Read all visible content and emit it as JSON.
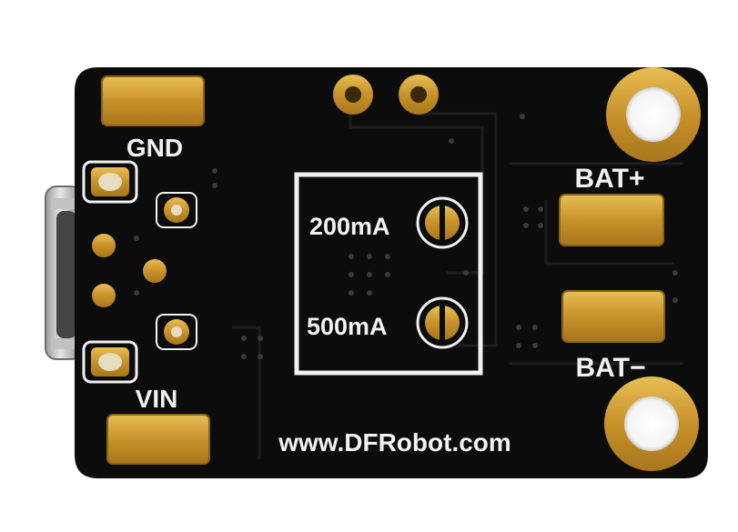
{
  "board": {
    "labels": {
      "gnd": "GND",
      "vin": "VIN",
      "bat_plus": "BAT+",
      "bat_minus": "BAT−",
      "current_200": "200mA",
      "current_500": "500mA",
      "website": "www.DFRobot.com"
    },
    "colors": {
      "pcb": "#0c0c0c",
      "gold": "#d4a12e",
      "silkscreen": "#f2f2f2",
      "background": "#ffffff"
    }
  }
}
